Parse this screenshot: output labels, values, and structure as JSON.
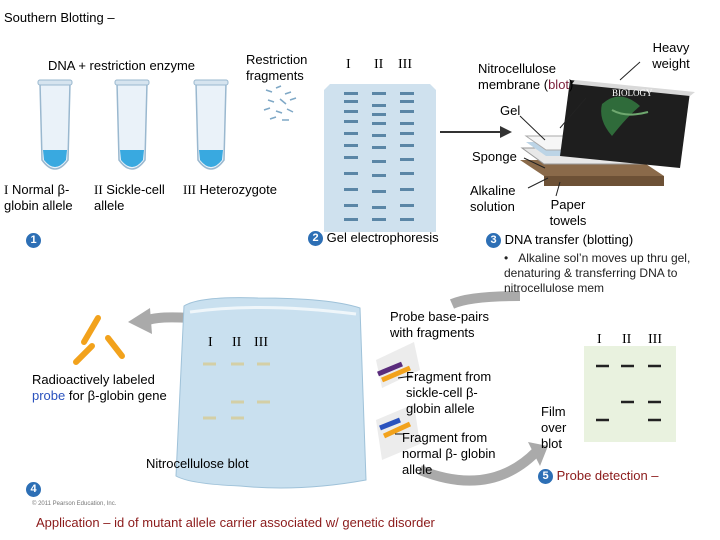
{
  "title": "Southern Blotting –",
  "step_top": {
    "dna_enzyme": "DNA + restriction enzyme",
    "restriction_fragments": "Restriction fragments",
    "lanes": [
      "I",
      "II",
      "III"
    ],
    "nitro_membrane_prefix": "Nitrocellulose membrane (",
    "nitro_membrane_blot": "blot",
    "nitro_membrane_suffix": ")",
    "heavy_weight": "Heavy weight",
    "gel": "Gel",
    "sponge": "Sponge",
    "alkaline_solution": "Alkaline solution",
    "paper_towels": "Paper towels",
    "book_label": "BIOLOGY"
  },
  "samples": {
    "i_numeral": "I",
    "i_text": "Normal β-globin allele",
    "ii_numeral": "II",
    "ii_text": "Sickle-cell allele",
    "iii_numeral": "III",
    "iii_text": "Heterozygote"
  },
  "steps": {
    "s1": "1",
    "s2_num": "2",
    "s2": "Gel electrophoresis",
    "s3_num": "3",
    "s3": "DNA transfer (blotting)",
    "s3_bullet": "•",
    "s3_detail": "Alkaline sol’n moves up thru gel, denaturing & transferring DNA to nitrocellulose mem",
    "s4": "4",
    "s5_num": "5",
    "s5": "Probe detection –"
  },
  "bottom": {
    "probe_basepairs": "Probe base-pairs with fragments",
    "lanes": [
      "I",
      "II",
      "III"
    ],
    "radio_1": "Radioactively labeled",
    "radio_probe": "probe",
    "radio_2": " for β-globin gene",
    "nitrocellulose_blot": "Nitrocellulose blot",
    "frag_sickle": "Fragment from sickle-cell β-globin allele",
    "frag_normal": "Fragment from normal β- globin allele",
    "film": "Film over blot",
    "film_lanes": [
      "I",
      "II",
      "III"
    ],
    "copyright": "© 2011 Pearson Education, Inc."
  },
  "application": {
    "label": "Application",
    "text": " – id of mutant allele carrier associated w/ genetic disorder"
  },
  "colors": {
    "step_circle": "#2d6fb5",
    "probe_blue": "#2a52be",
    "application_red": "#8b1a1a",
    "gel_blue": "#c7dceb",
    "probe_orange": "#f2a21c"
  }
}
